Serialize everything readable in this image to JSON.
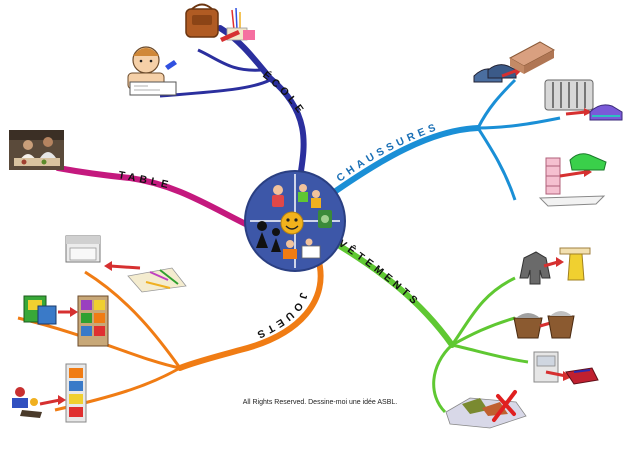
{
  "branches": {
    "ecole": {
      "label": "ÉCOLE",
      "color": "#2b2f9e"
    },
    "chaussures": {
      "label": "CHAUSSURES",
      "color": "#1a8fd6"
    },
    "vetements": {
      "label": "VÊTEMENTS",
      "color": "#5fc832"
    },
    "jouets": {
      "label": "JOUETS",
      "color": "#f07c14"
    },
    "table": {
      "label": "TABLE",
      "color": "#c4197e"
    }
  },
  "footer": {
    "text": "All Rights Reserved. Dessine-moi une idée ASBL."
  },
  "icons": {
    "center": "household-chores-hub-icon",
    "ecole": [
      "schoolbag-icon",
      "child-drawing-icon"
    ],
    "chaussures": [
      "sneakers-to-box-icon",
      "shoes-on-radiator-icon",
      "clogs-on-shoe-rack-icon"
    ],
    "vetements": [
      "clothes-on-hook-icon",
      "laundry-basket-icon",
      "clothes-in-drawer-icon",
      "clothes-on-floor-crossed-icon"
    ],
    "jouets": [
      "toys-to-shelf-icon",
      "toy-boxes-shelf-icon",
      "toys-to-cabinet-icon"
    ],
    "table": [
      "family-at-table-icon"
    ]
  }
}
